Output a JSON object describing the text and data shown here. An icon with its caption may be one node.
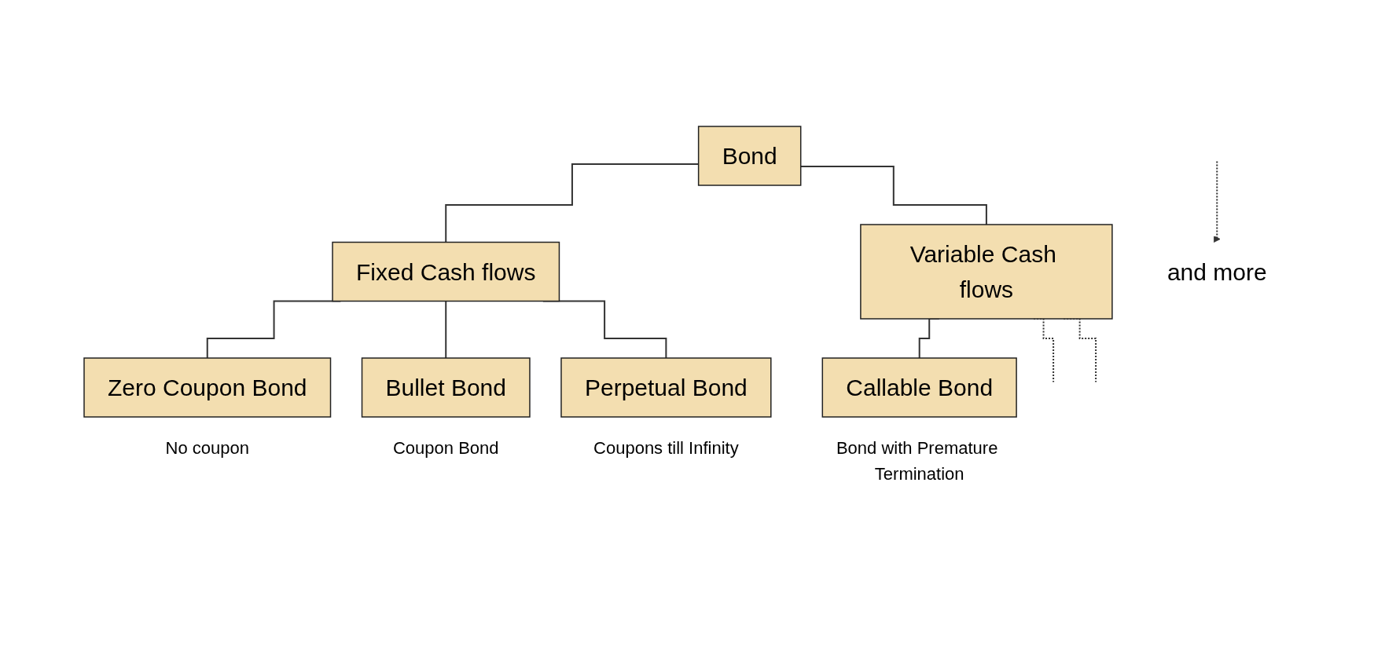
{
  "diagram": {
    "nodes": [
      {
        "text": [
          "Bond"
        ]
      },
      {
        "text": [
          "Fixed Cash flows"
        ]
      },
      {
        "text": [
          "Variable Cash flows"
        ]
      },
      {
        "text": [
          "Zero Coupon Bond"
        ],
        "beside": [
          "No coupon"
        ]
      },
      {
        "text": [
          "Bullet Bond"
        ],
        "beside": [
          "Coupon Bond"
        ]
      },
      {
        "text": [
          "Perpetual Bond"
        ],
        "beside": [
          "Coupons till Infinity"
        ]
      },
      {
        "text": [
          "Callable Bond"
        ],
        "beside": [
          "Bond with Premature Termination"
        ]
      },
      {
        "text": [
          "and more"
        ]
      }
    ],
    "edges": [
      {
        "from": 0,
        "to": 1,
        "arrow": "none"
      },
      {
        "from": 0,
        "to": 2,
        "arrow": "none"
      },
      {
        "from": 1,
        "to": 3,
        "arrow": "none"
      },
      {
        "from": 1,
        "to": 4,
        "arrow": "none"
      },
      {
        "from": 1,
        "to": 5,
        "arrow": "none"
      },
      {
        "from": 2,
        "to": 6,
        "arrow": "none"
      },
      {
        "from": 2,
        "to": null,
        "arrow": "none",
        "style": "dashed"
      },
      {
        "from": 2,
        "to": null,
        "arrow": "none",
        "style": "dashed"
      },
      {
        "from": null,
        "to": 7,
        "arrow": "to",
        "style": "dashed"
      }
    ]
  }
}
